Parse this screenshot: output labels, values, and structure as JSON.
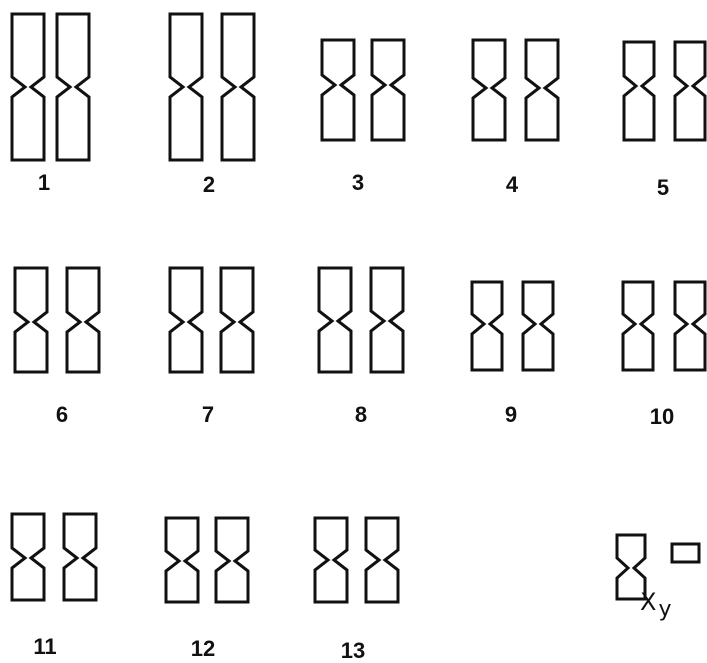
{
  "karyotype": {
    "pairs": [
      {
        "label": "1"
      },
      {
        "label": "2"
      },
      {
        "label": "3"
      },
      {
        "label": "4"
      },
      {
        "label": "5"
      },
      {
        "label": "6"
      },
      {
        "label": "7"
      },
      {
        "label": "8"
      },
      {
        "label": "9"
      },
      {
        "label": "10"
      },
      {
        "label": "11"
      },
      {
        "label": "12"
      },
      {
        "label": "13"
      }
    ],
    "sex_chromosomes": {
      "x_label": "X",
      "y_label": "y"
    }
  },
  "colors": {
    "line": "#111111",
    "background": "#ffffff"
  }
}
